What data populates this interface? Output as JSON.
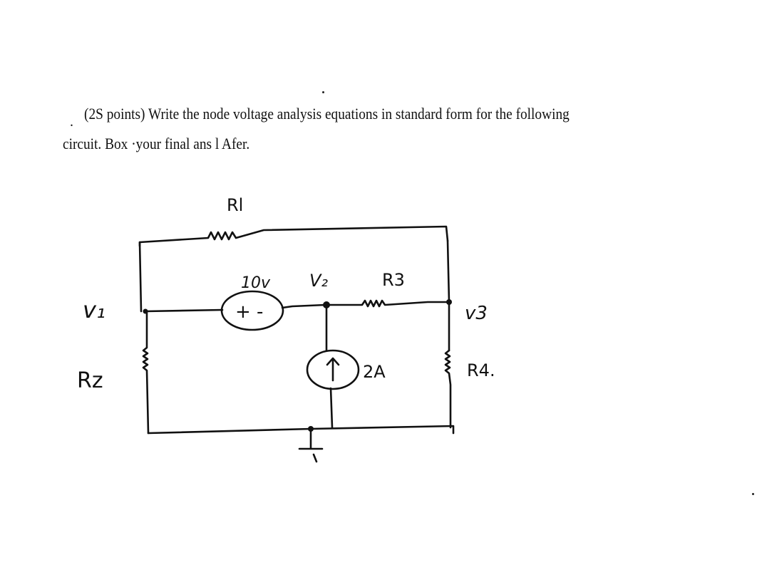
{
  "question": {
    "bullet": ".",
    "line1": "(2S points) Write the node voltage analysis equations in standard form for the following",
    "line2": "circuit. Box ·your final ans l Afer."
  },
  "circuit": {
    "labels": {
      "r1": "Rl",
      "r2": "Rz",
      "r3": "R3",
      "r4": "R4.",
      "v1": "v₁",
      "v2": "V₂",
      "v3": "v3",
      "source_voltage": "10v",
      "source_polarity": "+ -",
      "source_current": "2A"
    }
  }
}
